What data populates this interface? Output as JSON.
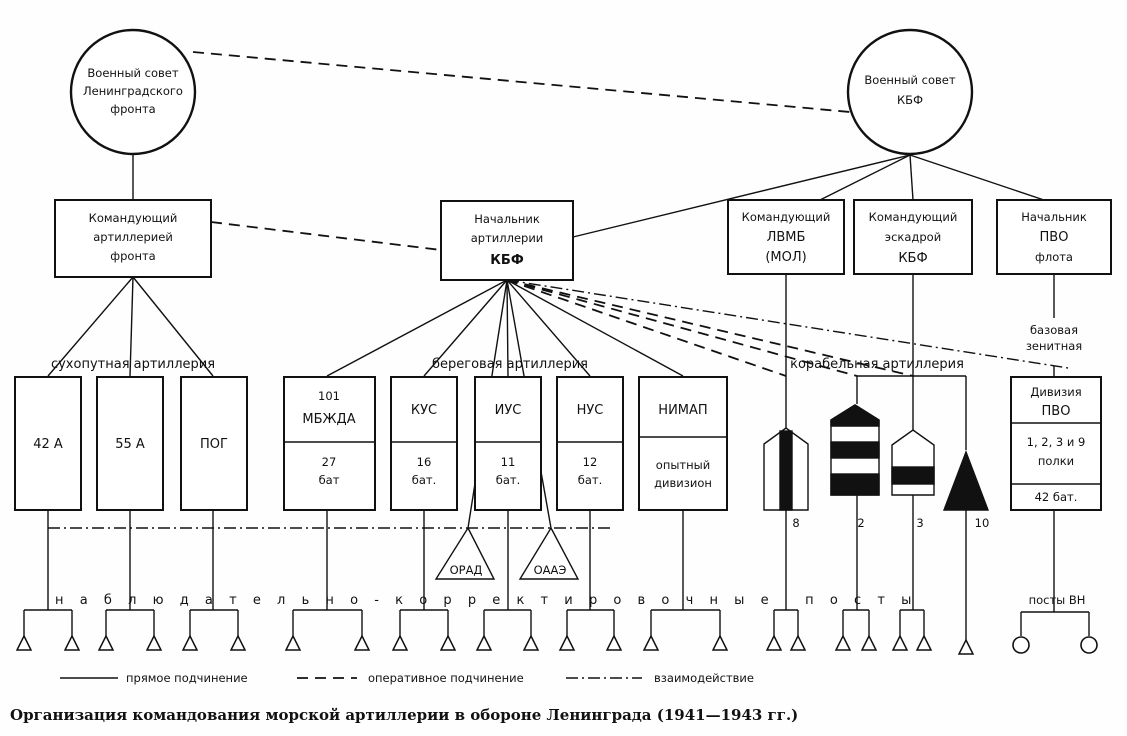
{
  "circles": {
    "left": [
      "Военный совет",
      "Ленинградского",
      "фронта"
    ],
    "right": [
      "Военный совет",
      "КБФ"
    ]
  },
  "boxes": {
    "cmd_art": [
      "Командующий",
      "артиллерией",
      "фронта"
    ],
    "chief_art": [
      "Начальник",
      "артиллерии",
      "КБФ"
    ],
    "lvmb": [
      "Командующий",
      "ЛВМБ",
      "(МОЛ)"
    ],
    "squadron": [
      "Командующий",
      "эскадрой",
      "КБФ"
    ],
    "pvo": [
      "Начальник",
      "ПВО",
      "флота"
    ]
  },
  "group_labels": {
    "land": "сухопутная артиллерия",
    "coastal": "береговая артиллерия",
    "ship": "корабельная артиллерия",
    "aa": [
      "базовая",
      "зенитная"
    ]
  },
  "units": {
    "a42": "42 А",
    "a55": "55 А",
    "pog": "ПОГ",
    "mbzhda_top": [
      "101",
      "МБЖДА"
    ],
    "mbzhda_bot": [
      "27",
      "бат"
    ],
    "kus_top": "КУС",
    "kus_bot": [
      "16",
      "бат."
    ],
    "ius_top": "ИУС",
    "ius_bot": [
      "11",
      "бат."
    ],
    "nus_top": "НУС",
    "nus_bot": [
      "12",
      "бат."
    ],
    "nimap_top": "НИМАП",
    "nimap_bot": [
      "опытный",
      "дивизион"
    ],
    "pvo_div": [
      "Дивизия",
      "ПВО"
    ],
    "pvo_regs": [
      "1, 2, 3 и 9",
      "полки"
    ],
    "pvo_bat": "42 бат."
  },
  "triangles": {
    "orad": "ОРАД",
    "oaaz": "ОААЭ"
  },
  "ship_numbers": [
    "8",
    "2",
    "3",
    "10"
  ],
  "posts_label": "наблюдательно-корректировочные посты",
  "posts_vn": "посты ВН",
  "legend": {
    "direct": "прямое подчинение",
    "operative": "оперативное подчинение",
    "interaction": "взаимодействие"
  },
  "caption": "Организация командования морской артиллерии в обороне Ленинграда (1941—1943 гг.)"
}
